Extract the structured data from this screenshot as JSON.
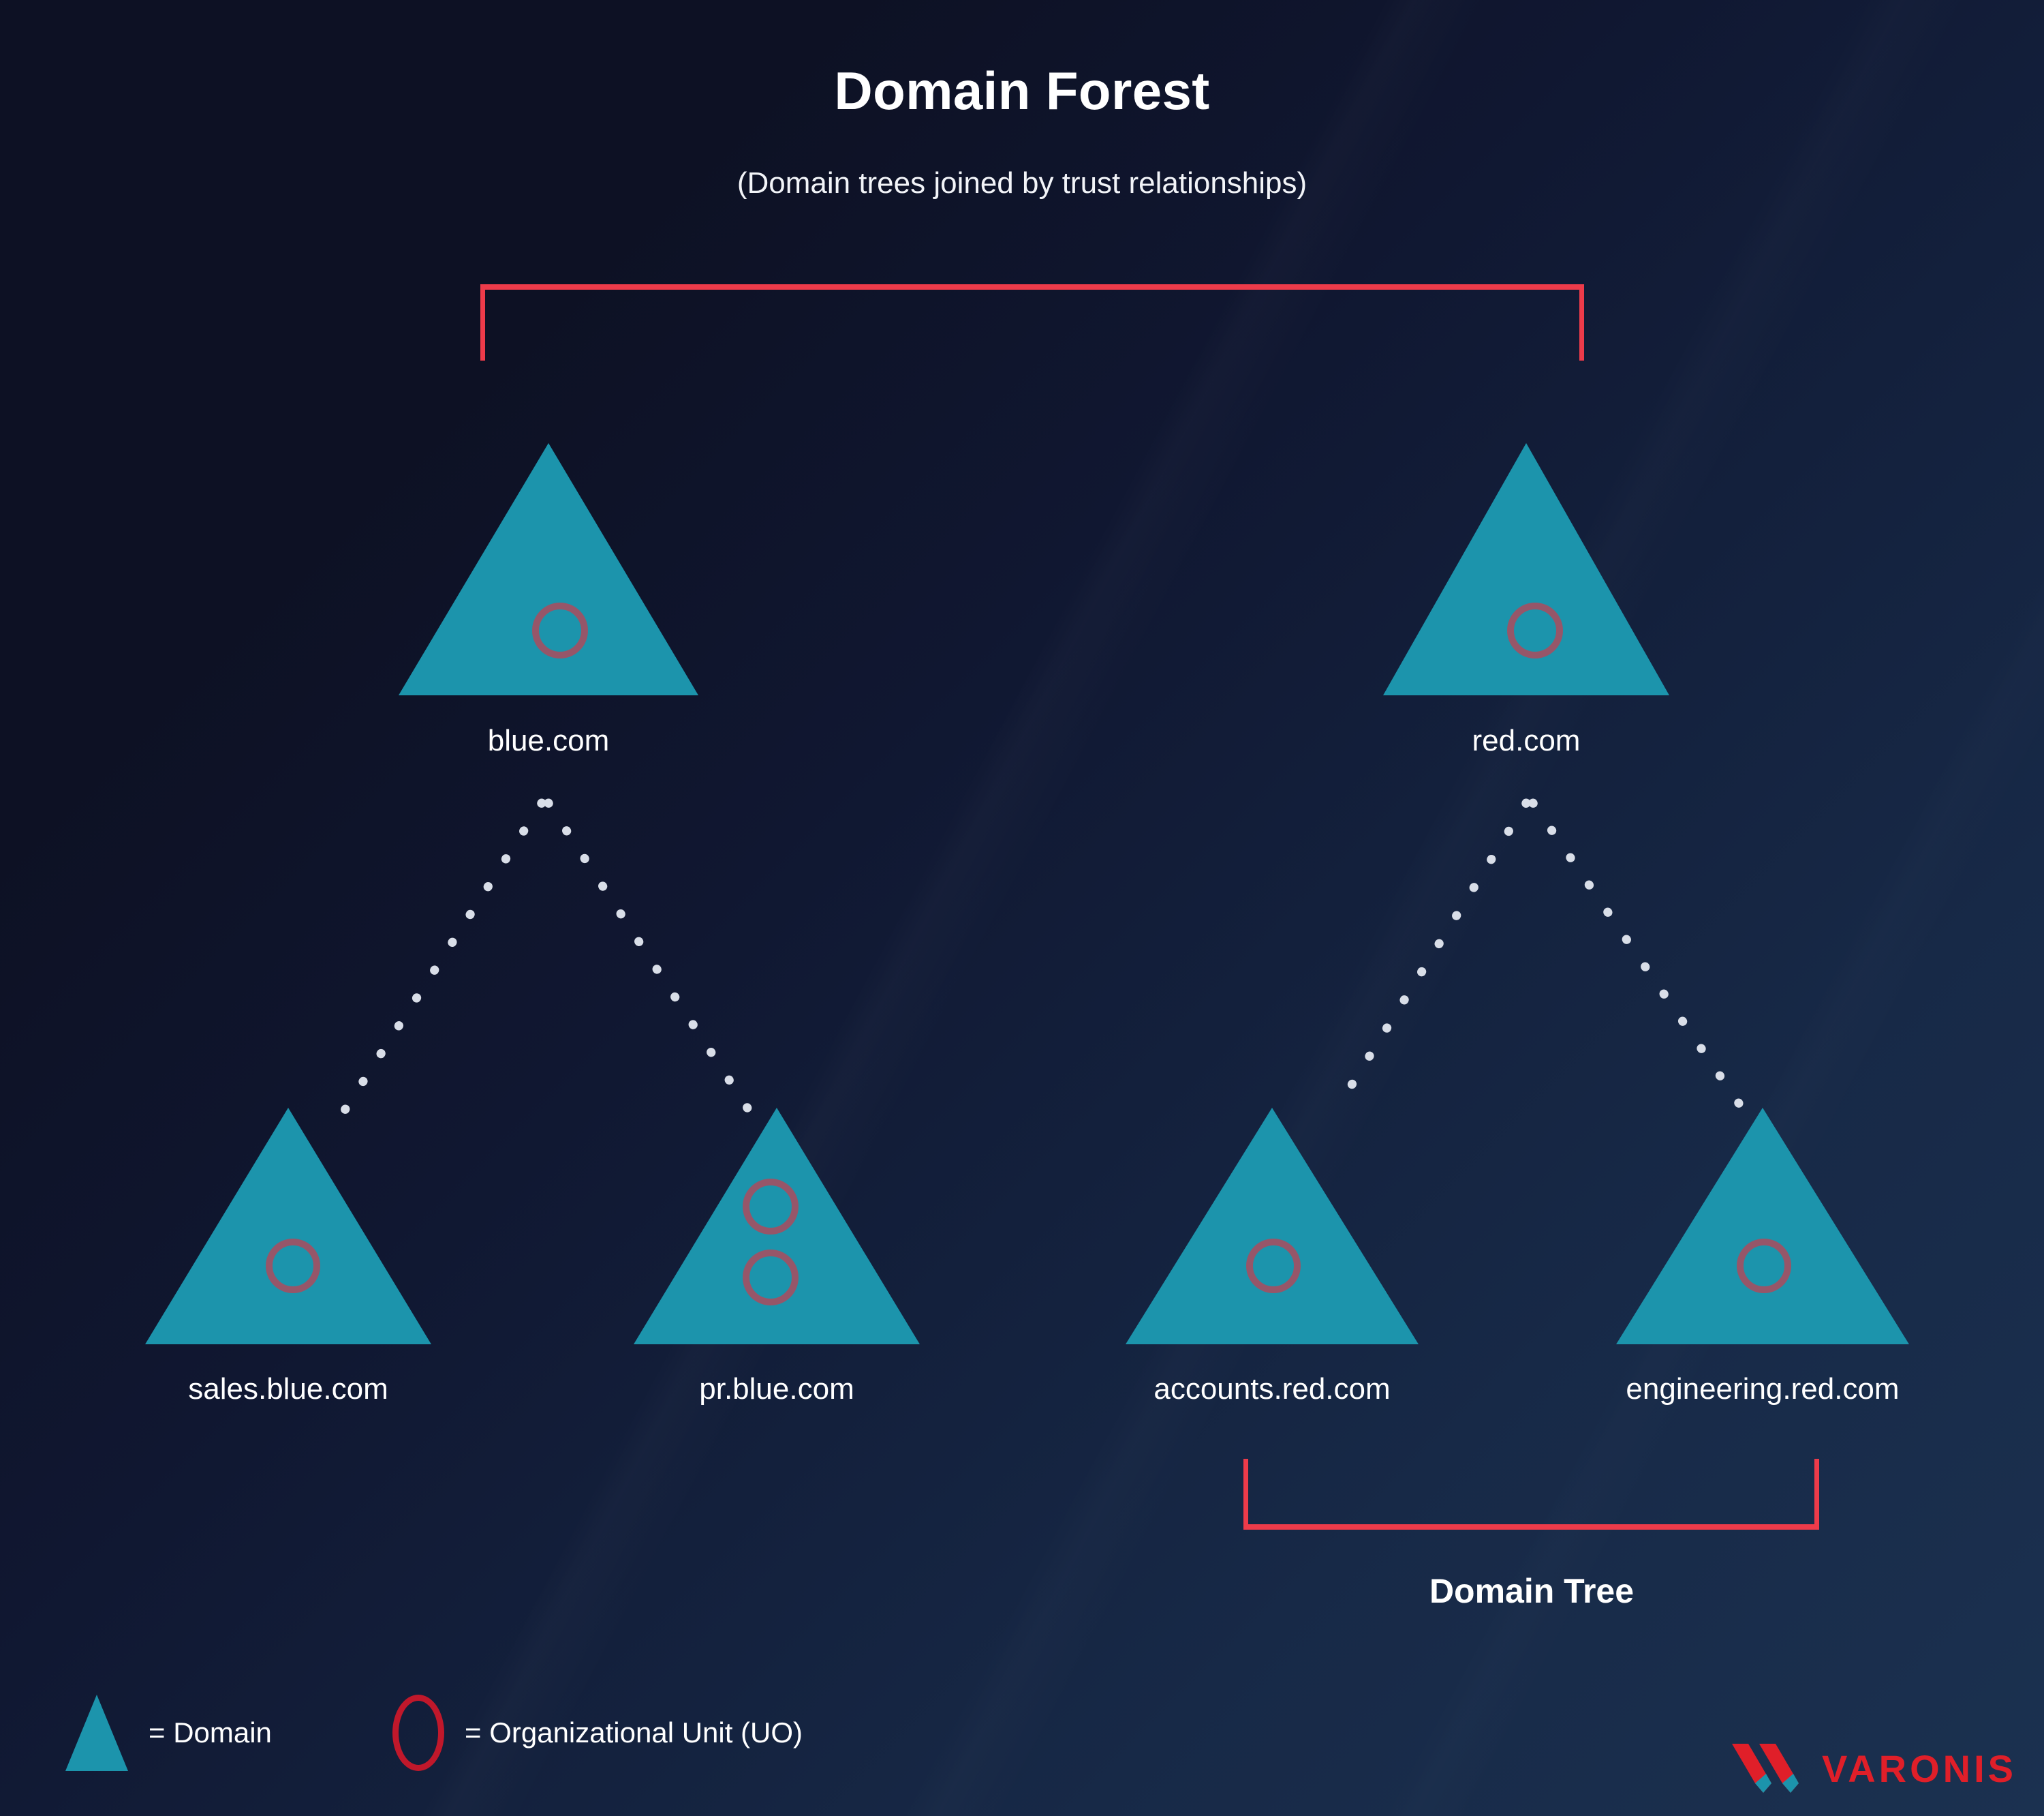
{
  "header": {
    "title": "Domain Forest",
    "subtitle": "(Domain trees joined by trust relationships)"
  },
  "colors": {
    "background_dark": "#0D1124",
    "background_light": "#1B3150",
    "domain_teal": "#1C94AC",
    "accent_red": "#ED3B4A",
    "ou_ring": "#E23040",
    "legend_ring": "#C0182B",
    "text": "#FFFFFF",
    "dots": "#D9DEE8"
  },
  "brackets": {
    "forest": {
      "label": ""
    },
    "tree": {
      "label": "Domain Tree"
    }
  },
  "nodes": {
    "root": [
      {
        "id": "blue",
        "label": "blue.com",
        "ou_count": 1
      },
      {
        "id": "red",
        "label": "red.com",
        "ou_count": 1
      }
    ],
    "children": [
      {
        "id": "sales-blue",
        "label": "sales.blue.com",
        "ou_count": 1
      },
      {
        "id": "pr-blue",
        "label": "pr.blue.com",
        "ou_count": 2
      },
      {
        "id": "accounts-red",
        "label": "accounts.red.com",
        "ou_count": 1
      },
      {
        "id": "engineering-red",
        "label": "engineering.red.com",
        "ou_count": 1
      }
    ]
  },
  "legend": {
    "domain": {
      "label": "= Domain",
      "icon": "triangle-icon"
    },
    "ou": {
      "label": "= Organizational Unit (UO)",
      "icon": "circle-outline-icon"
    }
  },
  "branding": {
    "name": "VARONIS",
    "mark": "varonis-chevron-icon"
  }
}
